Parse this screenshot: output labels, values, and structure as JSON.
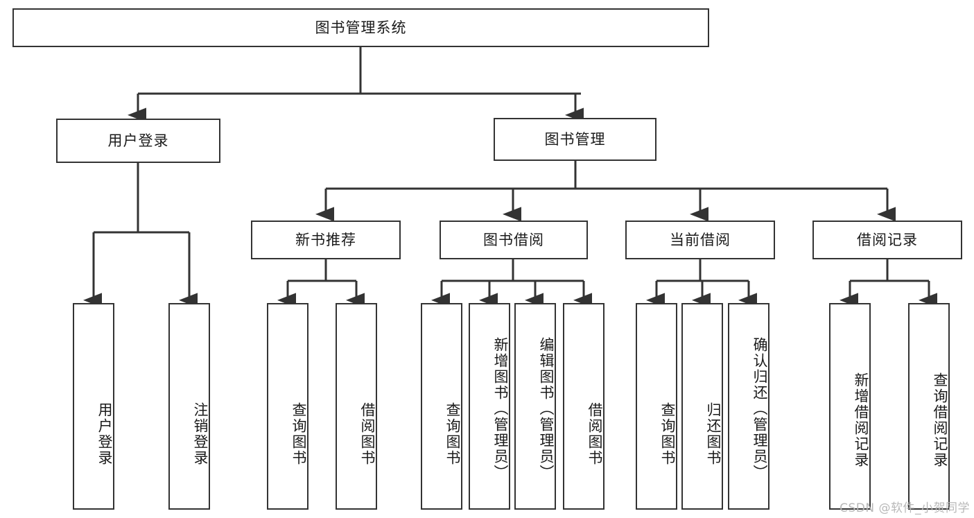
{
  "diagram": {
    "title_node": {
      "label": "图书管理系统"
    },
    "level2": [
      {
        "id": "user-login",
        "label": "用户登录"
      },
      {
        "id": "book-management",
        "label": "图书管理"
      }
    ],
    "level3": [
      {
        "id": "new-book-recommend",
        "label": "新书推荐"
      },
      {
        "id": "book-borrow",
        "label": "图书借阅"
      },
      {
        "id": "current-borrow",
        "label": "当前借阅"
      },
      {
        "id": "borrow-record",
        "label": "借阅记录"
      }
    ],
    "leaves": {
      "user_login": [
        {
          "id": "leaf-user-login",
          "label": "用户登录"
        },
        {
          "id": "leaf-logout-login",
          "label": "注销登录"
        }
      ],
      "new_book_recommend": [
        {
          "id": "leaf-query-book-1",
          "label": "查询图书"
        },
        {
          "id": "leaf-borrow-book-1",
          "label": "借阅图书"
        }
      ],
      "book_borrow": [
        {
          "id": "leaf-query-book-2",
          "label": "查询图书"
        },
        {
          "id": "leaf-add-book",
          "label": "新增图书（管理员）"
        },
        {
          "id": "leaf-edit-book",
          "label": "编辑图书（管理员）"
        },
        {
          "id": "leaf-borrow-book-2",
          "label": "借阅图书"
        }
      ],
      "current_borrow": [
        {
          "id": "leaf-query-book-3",
          "label": "查询图书"
        },
        {
          "id": "leaf-return-book",
          "label": "归还图书"
        },
        {
          "id": "leaf-confirm-return",
          "label": "确认归还（管理员）"
        }
      ],
      "borrow_record": [
        {
          "id": "leaf-add-record",
          "label": "新增借阅记录"
        },
        {
          "id": "leaf-query-record",
          "label": "查询借阅记录"
        }
      ]
    },
    "watermark": "CSDN @软件_小贺同学",
    "colors": {
      "stroke": "#333333",
      "background": "#ffffff",
      "text": "#1a1a1a",
      "watermark": "#b8b8b8"
    }
  }
}
